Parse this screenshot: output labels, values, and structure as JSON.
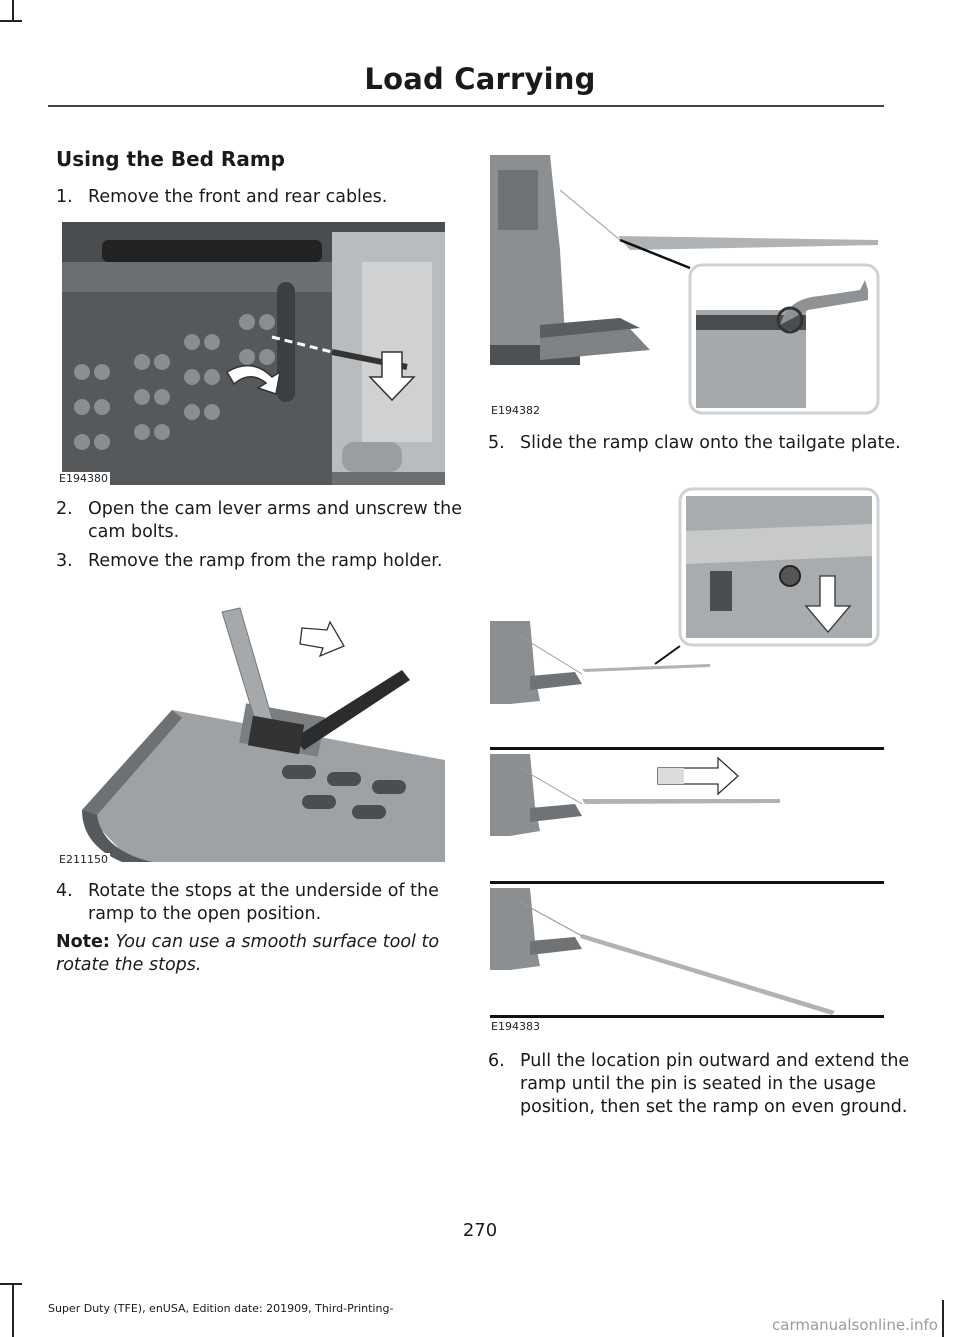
{
  "header": {
    "section_title": "Load Carrying"
  },
  "heading": "Using the Bed Ramp",
  "steps": [
    {
      "num": "1.",
      "text": "Remove the front and rear cables."
    },
    {
      "num": "2.",
      "text": "Open the cam lever arms and unscrew the cam bolts."
    },
    {
      "num": "3.",
      "text": "Remove the ramp from the ramp holder."
    },
    {
      "num": "4.",
      "text": "Rotate the stops at the underside of the ramp to the open position."
    },
    {
      "num": "5.",
      "text": "Slide the ramp claw onto the tailgate plate."
    },
    {
      "num": "6.",
      "text": "Pull the location pin outward and extend the ramp until the pin is seated in the usage position, then set the ramp on even ground."
    }
  ],
  "note": {
    "label": "Note:",
    "text": " You can use a smooth surface tool to rotate the stops."
  },
  "figures": {
    "fig1": "E194380",
    "fig2": "E211150",
    "fig3": "E194382",
    "fig4": "E194383"
  },
  "page_number": "270",
  "footer": "Super Duty (TFE), enUSA, Edition date: 201909, Third-Printing-",
  "watermark": "carmanualsonline.info",
  "colors": {
    "accent_dark": "#222222",
    "rule": "#444444",
    "watermark": "#9a9a9a"
  }
}
